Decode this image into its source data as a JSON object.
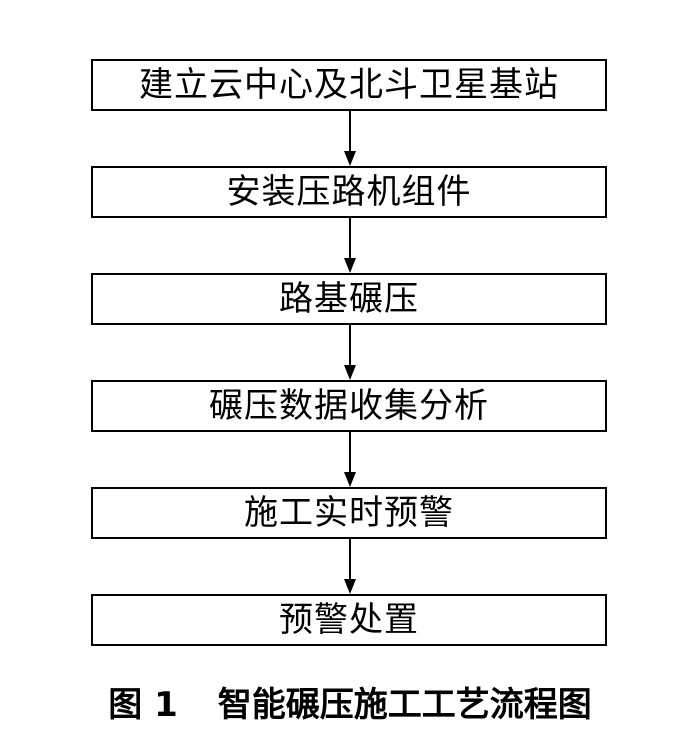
{
  "flowchart": {
    "steps": [
      "建立云中心及北斗卫星基站",
      "安装压路机组件",
      "路基碾压",
      "碾压数据收集分析",
      "施工实时预警",
      "预警处置"
    ]
  },
  "caption": {
    "label": "图 1",
    "title": "智能碾压施工工艺流程图"
  }
}
